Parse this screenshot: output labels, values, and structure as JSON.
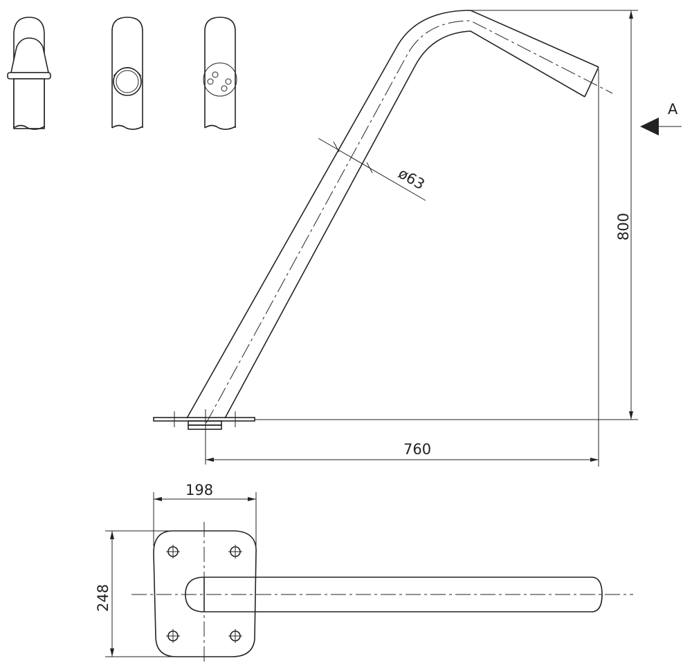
{
  "dimensions": {
    "height": "800",
    "length": "760",
    "diameter": "ø63",
    "plate_width": "198",
    "plate_height": "248"
  },
  "view_label": "A",
  "colors": {
    "line": "#222222",
    "background": "#ffffff"
  }
}
